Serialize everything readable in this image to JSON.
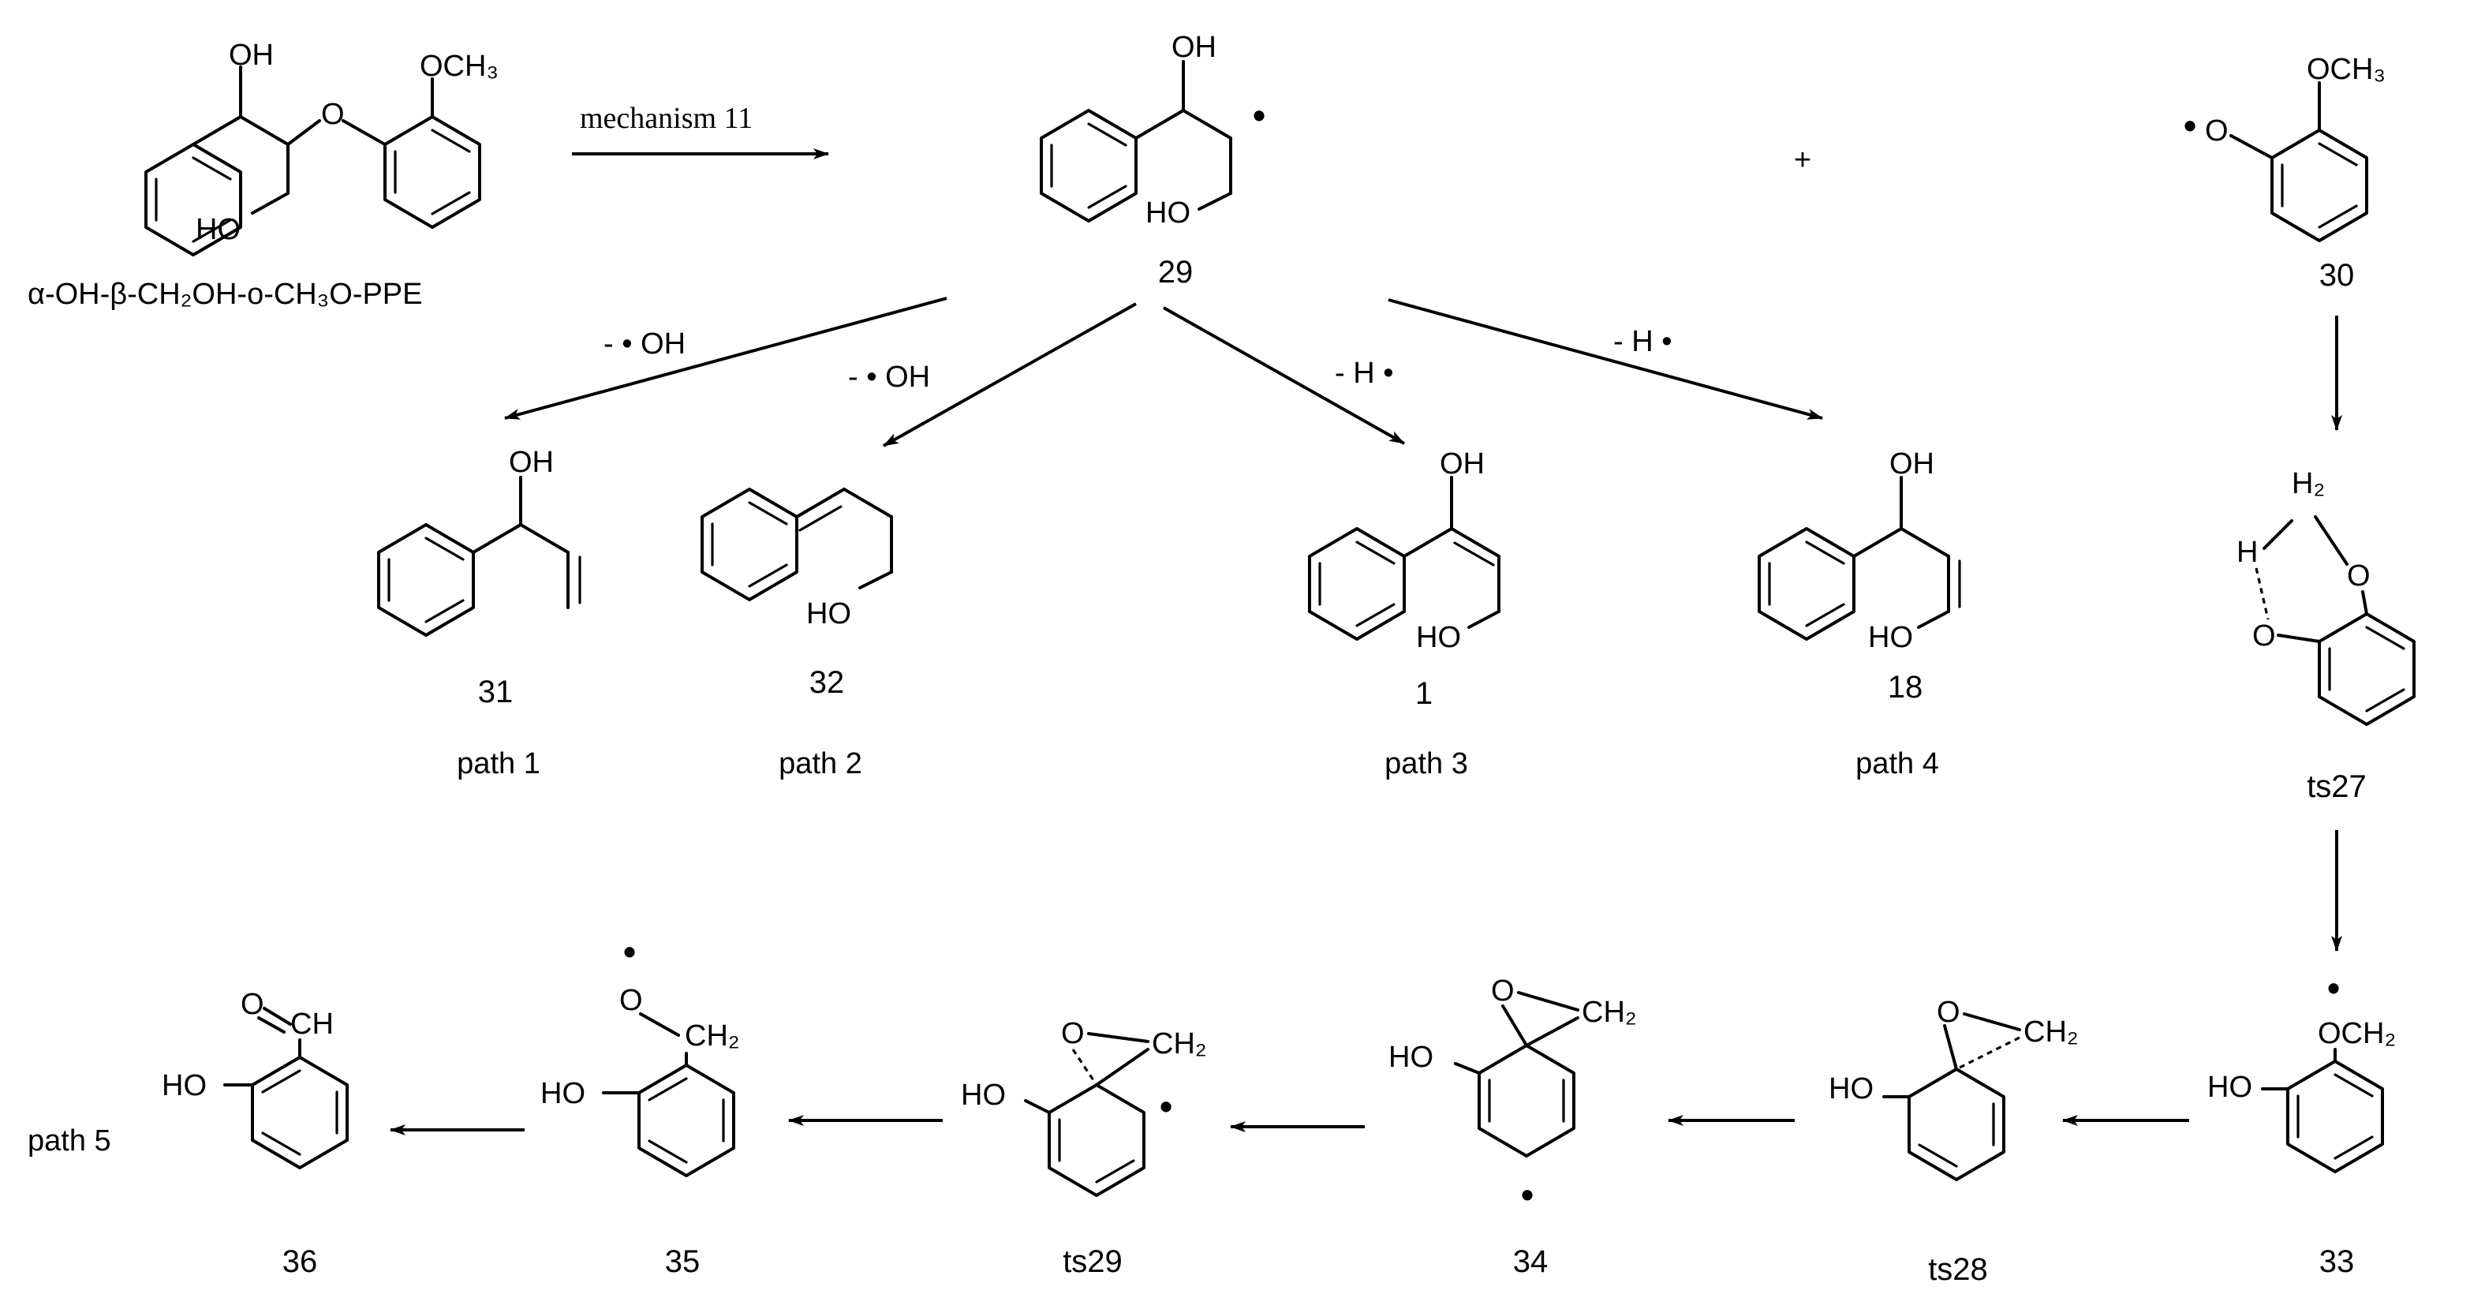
{
  "scheme": {
    "reactant_name": "α-OH-β-CH₂OH-o-CH₃O-PPE",
    "mechanism": "mechanism 11",
    "plus": "+",
    "conditions": {
      "c1": "- • OH",
      "c2": "- • OH",
      "c3": "- H •",
      "c4": "- H •"
    },
    "atoms": {
      "oh": "OH",
      "ho": "HO",
      "o": "O",
      "och3": "OCH₃",
      "h2": "H₂",
      "h": "H",
      "ch2": "CH₂",
      "och2": "OCH₂",
      "ch": "CH",
      "dot": "•"
    },
    "compounds": {
      "c29": "29",
      "c30": "30",
      "c31": "31",
      "c32": "32",
      "c1": "1",
      "c18": "18",
      "ts27": "ts27",
      "c33": "33",
      "ts28": "ts28",
      "c34": "34",
      "ts29": "ts29",
      "c35": "35",
      "c36": "36"
    },
    "paths": {
      "p1": "path 1",
      "p2": "path 2",
      "p3": "path 3",
      "p4": "path 4",
      "p5": "path 5"
    }
  }
}
